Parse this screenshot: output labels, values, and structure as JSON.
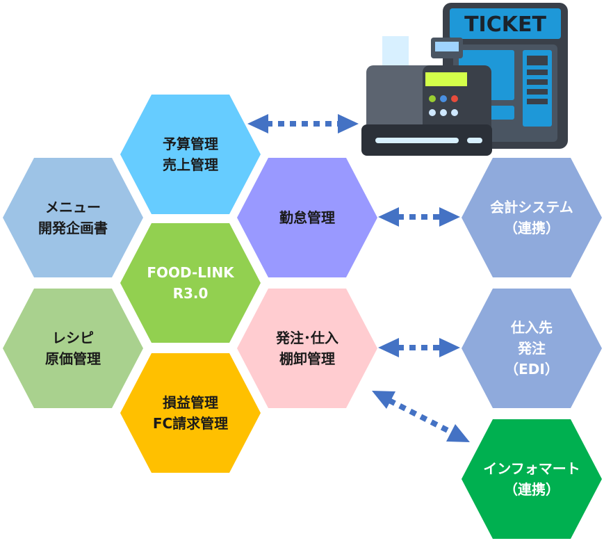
{
  "hexagons": {
    "budget": {
      "line1": "予算管理",
      "line2": "売上管理",
      "color": "#66ccff"
    },
    "menu": {
      "line1": "メニュー",
      "line2": "開発企画書",
      "color": "#9dc3e6"
    },
    "attendance": {
      "line1": "勤怠管理",
      "color": "#9999ff"
    },
    "core": {
      "line1": "FOOD-LINK",
      "line2": "R3.0",
      "color": "#92d050"
    },
    "recipe": {
      "line1": "レシピ",
      "line2": "原価管理",
      "color": "#a9d18e"
    },
    "ordering": {
      "line1": "発注･仕入",
      "line2": "棚卸管理",
      "color": "#ffccd0"
    },
    "profit": {
      "line1": "損益管理",
      "line2": "FC請求管理",
      "color": "#ffc000"
    },
    "accounting": {
      "line1": "会計システム",
      "line2": "（連携）",
      "color": "#8faadc"
    },
    "supplier": {
      "line1": "仕入先",
      "line2": "発注",
      "line3": "（EDI）",
      "color": "#8faadc"
    },
    "infomart": {
      "line1": "インフォマート",
      "line2": "（連携）",
      "color": "#00b050"
    }
  },
  "pos_illustration": {
    "ticket_label": "TICKET",
    "icon": "cash-register-and-ticket-machine-icon"
  },
  "arrow_color": "#4472c4"
}
